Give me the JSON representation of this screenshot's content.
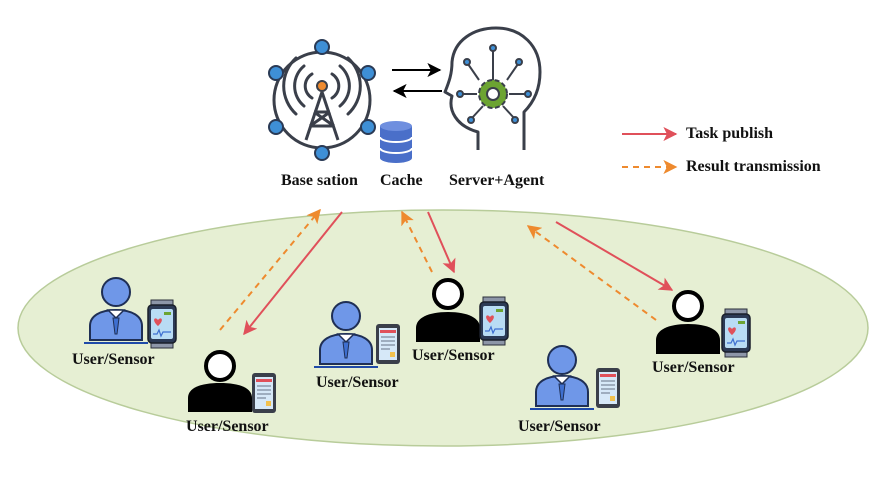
{
  "colors": {
    "task_arrow": "#e0505a",
    "result_arrow": "#ee8a2e",
    "ellipse_fill": "#e6efd3",
    "ellipse_stroke": "#b8cc9a",
    "icon_dark": "#3a3f4a",
    "node_blue": "#3e8fd6",
    "db_blue": "#4a6fc9",
    "gear_green": "#6ca432",
    "user_fill": "#6f97e8",
    "user_dark": "#000000"
  },
  "top": {
    "base_station_label": "Base sation",
    "cache_label": "Cache",
    "server_label": "Server+Agent",
    "icons": {
      "base_station": "radio-tower-icon",
      "cache": "database-icon",
      "server": "ai-head-gear-icon"
    }
  },
  "legend": {
    "task_label": "Task publish",
    "result_label": "Result transmission"
  },
  "users": [
    {
      "label": "User/Sensor",
      "style": "blue",
      "device": "smartwatch-icon"
    },
    {
      "label": "User/Sensor",
      "style": "dark",
      "device": "smartphone-icon"
    },
    {
      "label": "User/Sensor",
      "style": "blue",
      "device": "smartphone-icon"
    },
    {
      "label": "User/Sensor",
      "style": "dark",
      "device": "smartwatch-icon"
    },
    {
      "label": "User/Sensor",
      "style": "blue",
      "device": "smartphone-icon"
    },
    {
      "label": "User/Sensor",
      "style": "dark",
      "device": "smartwatch-icon"
    }
  ]
}
